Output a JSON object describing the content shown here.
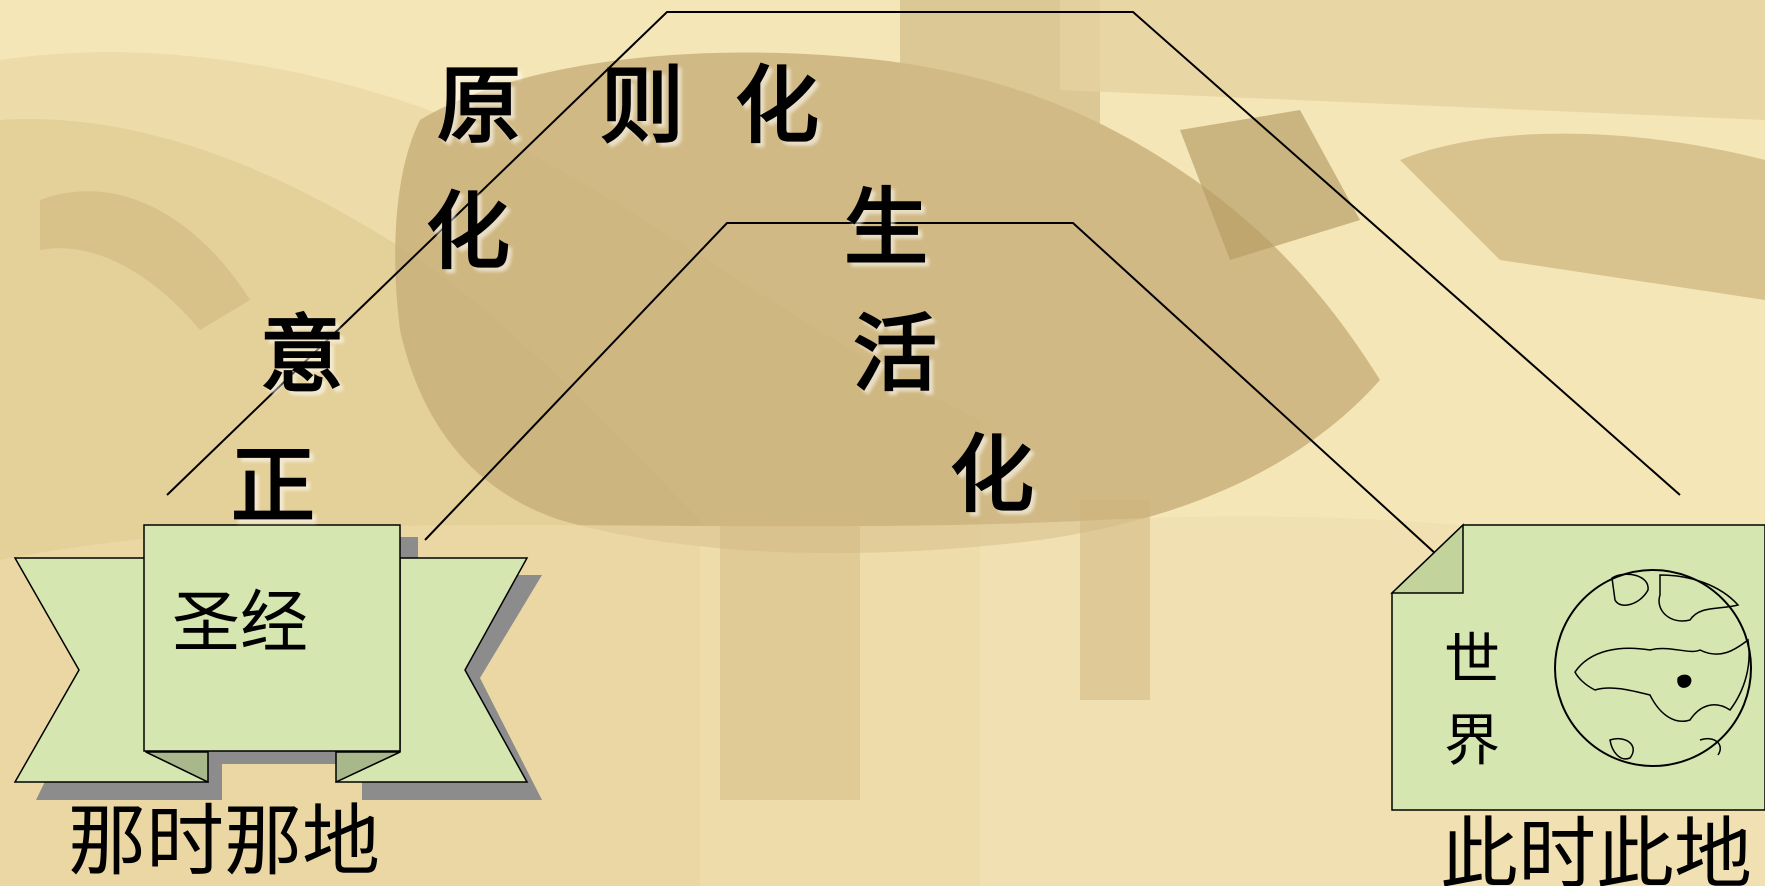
{
  "left": {
    "banner_label": "圣经",
    "location_label": "那时那地"
  },
  "right": {
    "doc_label_line1": "世",
    "doc_label_line2": "界",
    "location_label": "此时此地"
  },
  "outer_path": {
    "chars": [
      "正",
      "意",
      "化",
      "原",
      "则",
      "化"
    ]
  },
  "inner_path": {
    "chars": [
      "生",
      "活",
      "化"
    ]
  },
  "colors": {
    "background": "#f5e6b8",
    "shape_fill": "#d5e6b0",
    "shadow": "#8c8c8c",
    "line": "#000000"
  },
  "icons": [
    "banner-icon",
    "document-icon",
    "globe-icon"
  ]
}
